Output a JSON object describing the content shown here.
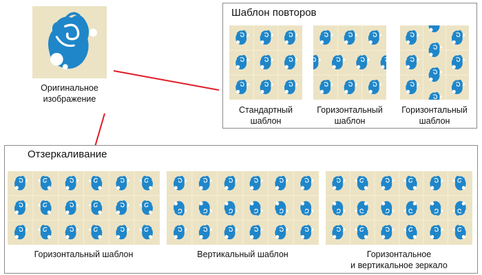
{
  "original": {
    "caption_line1": "Оригинальное",
    "caption_line2": "изображение"
  },
  "repeat_panel": {
    "title": "Шаблон повторов",
    "items": [
      {
        "line1": "Стандартный",
        "line2": "шаблон"
      },
      {
        "line1": "Горизонтальный",
        "line2": "шаблон"
      },
      {
        "line1": "Горизонтальный",
        "line2": "шаблон"
      }
    ]
  },
  "mirror_panel": {
    "title": "Отзеркаливание",
    "items": [
      {
        "line1": "Горизонтальный шаблон",
        "line2": ""
      },
      {
        "line1": "Вертикальный шаблон",
        "line2": ""
      },
      {
        "line1": "Горизонтальное",
        "line2": "и вертикальное зеркало"
      }
    ]
  },
  "colors": {
    "tile_background": "#ece3c4",
    "motif_blue": "#1f86c9",
    "connector_red": "#e01b24",
    "panel_border": "#8a8a8a"
  },
  "icons": [
    "rose-motif-icon"
  ]
}
